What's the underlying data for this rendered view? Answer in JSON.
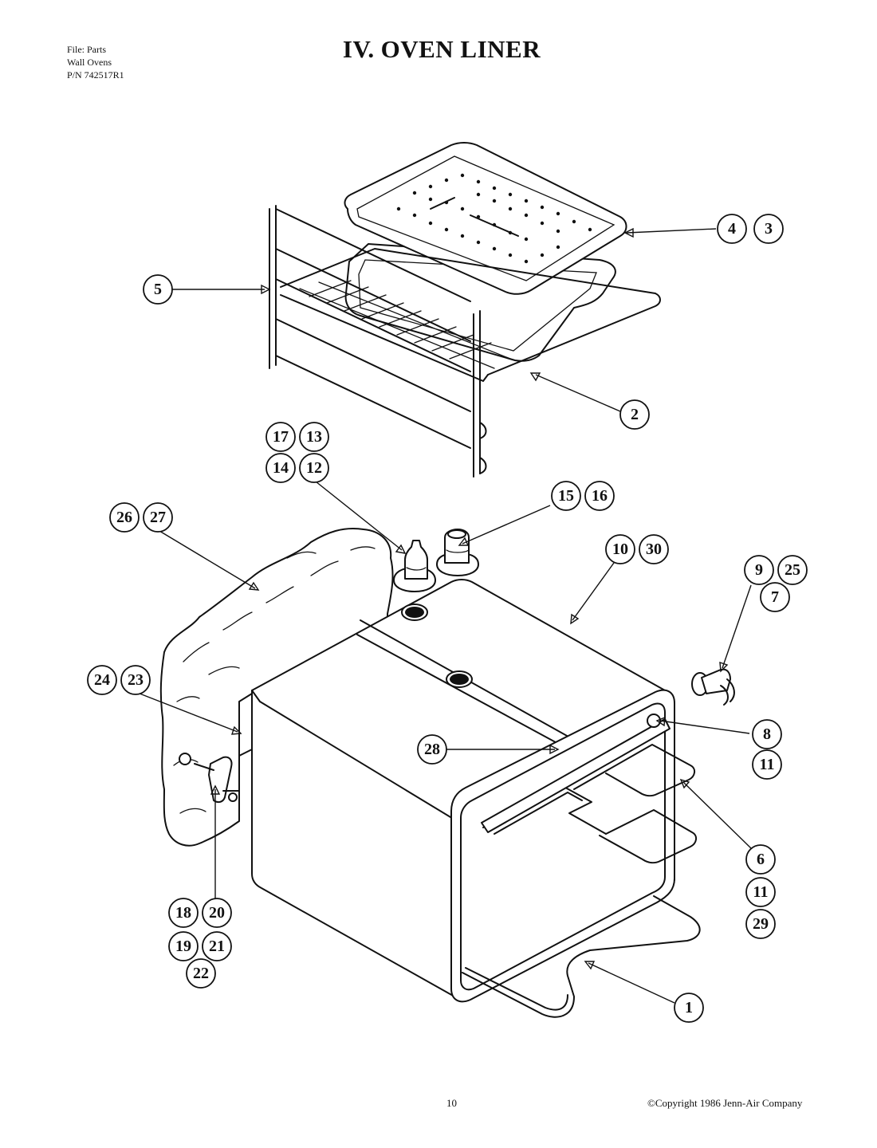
{
  "header": {
    "file_lines": [
      "File: Parts",
      "Wall Ovens",
      "P/N 742517R1"
    ],
    "section_number": "IV.",
    "section_title": "OVEN LINER"
  },
  "footer": {
    "page_number": "10",
    "copyright": "©Copyright 1986 Jenn-Air Company"
  },
  "callouts": {
    "c4": "4",
    "c3": "3",
    "c5": "5",
    "c2": "2",
    "c17": "17",
    "c13": "13",
    "c14": "14",
    "c12": "12",
    "c15": "15",
    "c16": "16",
    "c26": "26",
    "c27": "27",
    "c10": "10",
    "c30": "30",
    "c9": "9",
    "c25": "25",
    "c7": "7",
    "c24": "24",
    "c23": "23",
    "c8": "8",
    "c11a": "11",
    "c28": "28",
    "c6": "6",
    "c11b": "11",
    "c29": "29",
    "c18": "18",
    "c20": "20",
    "c19": "19",
    "c21": "21",
    "c22": "22",
    "c1": "1"
  }
}
